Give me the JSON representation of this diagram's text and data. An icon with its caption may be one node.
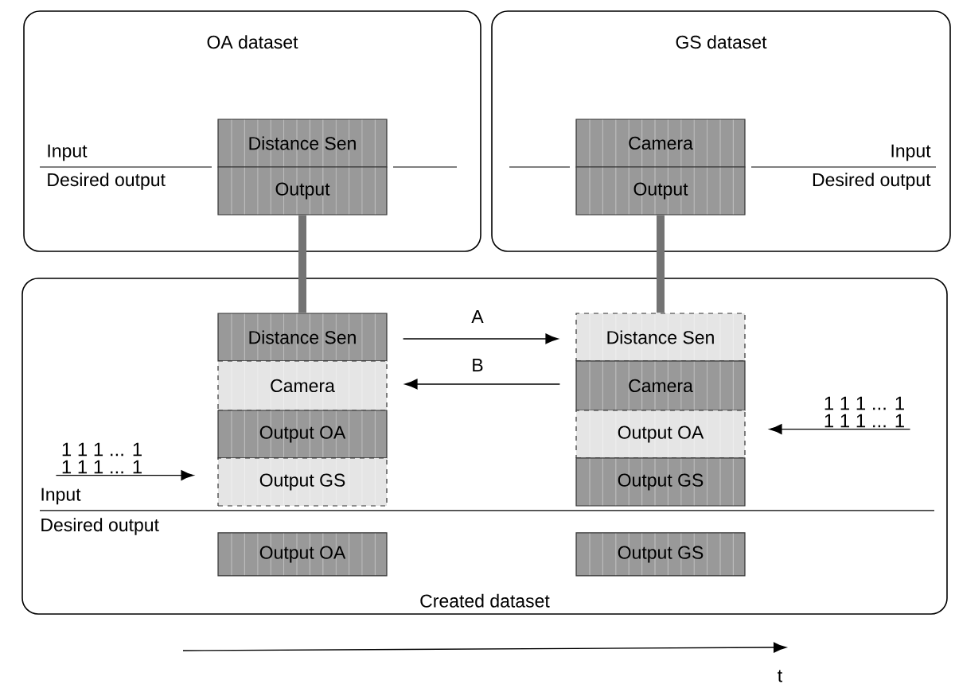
{
  "diagram": {
    "nodes": [
      {
        "text": [
          "OA dataset"
        ]
      },
      {
        "text": [
          "Distance Sen"
        ],
        "in": 0
      },
      {
        "text": [
          "Output"
        ],
        "in": 0
      },
      {
        "text": [
          "GS dataset"
        ]
      },
      {
        "text": [
          "Camera"
        ],
        "in": 3
      },
      {
        "text": [
          "Output"
        ],
        "in": 3
      },
      {
        "text": [
          "Created dataset"
        ]
      },
      {
        "text": [
          "Distance Sen"
        ],
        "in": 6
      },
      {
        "text": [
          "Camera"
        ],
        "in": 6
      },
      {
        "text": [
          "Output OA"
        ],
        "in": 6
      },
      {
        "text": [
          "Output GS"
        ],
        "in": 6
      },
      {
        "text": [
          "Distance Sen"
        ],
        "in": 6
      },
      {
        "text": [
          "Camera"
        ],
        "in": 6
      },
      {
        "text": [
          "Output OA"
        ],
        "in": 6
      },
      {
        "text": [
          "Output GS"
        ],
        "in": 6
      },
      {
        "text": [
          "Output OA"
        ],
        "in": 6
      },
      {
        "text": [
          "Output GS"
        ],
        "in": 6
      },
      {
        "text": [
          "1 1 1 ... 1",
          "1 1 1 ... 1"
        ],
        "in": 6
      },
      {
        "text": [
          "1 1 1 ... 1",
          "1 1 1 ... 1"
        ],
        "in": 6
      }
    ],
    "edges": [
      {
        "from": 2,
        "to": 7,
        "arrow": "none",
        "style": "thick",
        "color": "#737373"
      },
      {
        "from": 5,
        "to": 11,
        "arrow": "none",
        "style": "thick",
        "color": "#737373"
      },
      {
        "from": 7,
        "to": 11,
        "arrow": "to",
        "label": "A"
      },
      {
        "from": 12,
        "to": 8,
        "arrow": "to",
        "label": "B"
      },
      {
        "from": 17,
        "to": 10,
        "arrow": "to"
      },
      {
        "from": 18,
        "to": 13,
        "arrow": "to"
      }
    ],
    "labels": [
      "Input",
      "Desired output",
      "Input",
      "Desired output",
      "Input",
      "Desired output",
      "t"
    ]
  }
}
